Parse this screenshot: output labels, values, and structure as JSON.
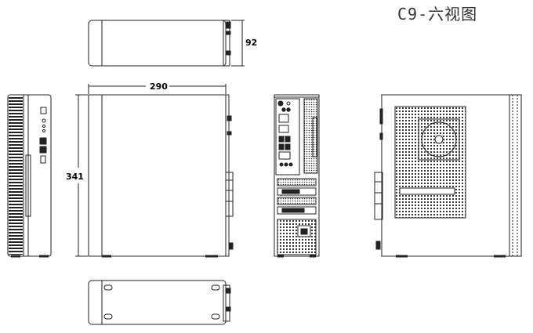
{
  "title": "C9-六视图",
  "dimensions": {
    "length": "290",
    "height": "341",
    "width": "92"
  },
  "views": [
    "top-view",
    "front-view",
    "side-view",
    "rear-view",
    "opposite-side-view",
    "bottom-view"
  ]
}
